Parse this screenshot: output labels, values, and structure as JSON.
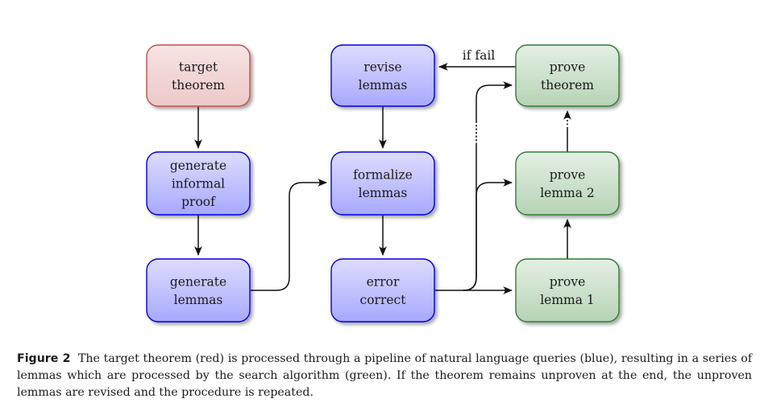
{
  "diagram": {
    "colors": {
      "red_fill_top": "#f8e4e4",
      "red_fill_bottom": "#ecc8c8",
      "red_border": "#c0504d",
      "blue_fill_top": "#dcdcff",
      "blue_fill_bottom": "#a8a8ff",
      "blue_border": "#0000dd",
      "green_fill_top": "#e4efe4",
      "green_fill_bottom": "#b6d3b6",
      "green_border": "#2e7d32",
      "edge": "#111111"
    },
    "nodes": [
      {
        "id": "target-theorem",
        "group": "red",
        "lines": [
          "target",
          "theorem"
        ]
      },
      {
        "id": "generate-informal-proof",
        "group": "blue",
        "lines": [
          "generate",
          "informal",
          "proof"
        ]
      },
      {
        "id": "generate-lemmas",
        "group": "blue",
        "lines": [
          "generate",
          "lemmas"
        ]
      },
      {
        "id": "revise-lemmas",
        "group": "blue",
        "lines": [
          "revise",
          "lemmas"
        ]
      },
      {
        "id": "formalize-lemmas",
        "group": "blue",
        "lines": [
          "formalize",
          "lemmas"
        ]
      },
      {
        "id": "error-correct",
        "group": "blue",
        "lines": [
          "error",
          "correct"
        ]
      },
      {
        "id": "prove-theorem",
        "group": "green",
        "lines": [
          "prove",
          "theorem"
        ]
      },
      {
        "id": "prove-lemma-2",
        "group": "green",
        "lines": [
          "prove",
          "lemma 2"
        ]
      },
      {
        "id": "prove-lemma-1",
        "group": "green",
        "lines": [
          "prove",
          "lemma 1"
        ]
      }
    ],
    "edges": [
      {
        "from": "target-theorem",
        "to": "generate-informal-proof",
        "style": "solid"
      },
      {
        "from": "generate-informal-proof",
        "to": "generate-lemmas",
        "style": "solid"
      },
      {
        "from": "generate-lemmas",
        "to": "formalize-lemmas",
        "style": "solid"
      },
      {
        "from": "revise-lemmas",
        "to": "formalize-lemmas",
        "style": "solid"
      },
      {
        "from": "formalize-lemmas",
        "to": "error-correct",
        "style": "solid"
      },
      {
        "from": "error-correct",
        "to": "prove-lemma-1",
        "style": "solid"
      },
      {
        "from": "error-correct",
        "to": "prove-lemma-2",
        "style": "solid"
      },
      {
        "from": "error-correct",
        "to": "prove-theorem",
        "style": "dotted-segment"
      },
      {
        "from": "prove-lemma-1",
        "to": "prove-lemma-2",
        "style": "solid"
      },
      {
        "from": "prove-lemma-2",
        "to": "prove-theorem",
        "style": "dotted"
      },
      {
        "from": "prove-theorem",
        "to": "revise-lemmas",
        "style": "solid",
        "label": "if fail"
      }
    ]
  },
  "caption": {
    "figure_label": "Figure 2",
    "text": "The target theorem (red) is processed through a pipeline of natural language queries (blue), resulting in a series of lemmas which are processed by the search algorithm (green). If the theorem remains unproven at the end, the unproven lemmas are revised and the procedure is repeated."
  }
}
